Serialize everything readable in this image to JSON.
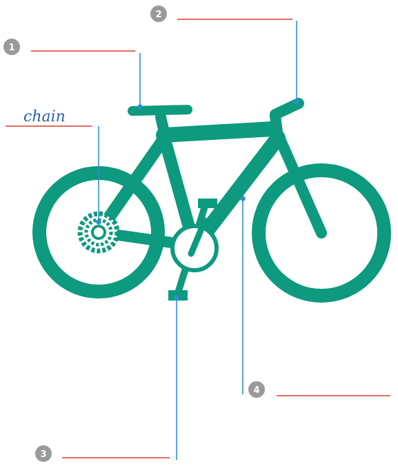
{
  "diagram": {
    "chain_label": "chain",
    "markers": [
      {
        "number": "1"
      },
      {
        "number": "2"
      },
      {
        "number": "3"
      },
      {
        "number": "4"
      }
    ]
  },
  "colors": {
    "bike": "#0d9a7e",
    "leader_line": "#2d8fd0",
    "answer_line": "#d93a2b",
    "marker_circle": "#9a9a9a",
    "chain_text": "#2a5fb0"
  },
  "icons": {
    "bicycle": "bicycle-icon",
    "chainring": "chainring-icon"
  }
}
